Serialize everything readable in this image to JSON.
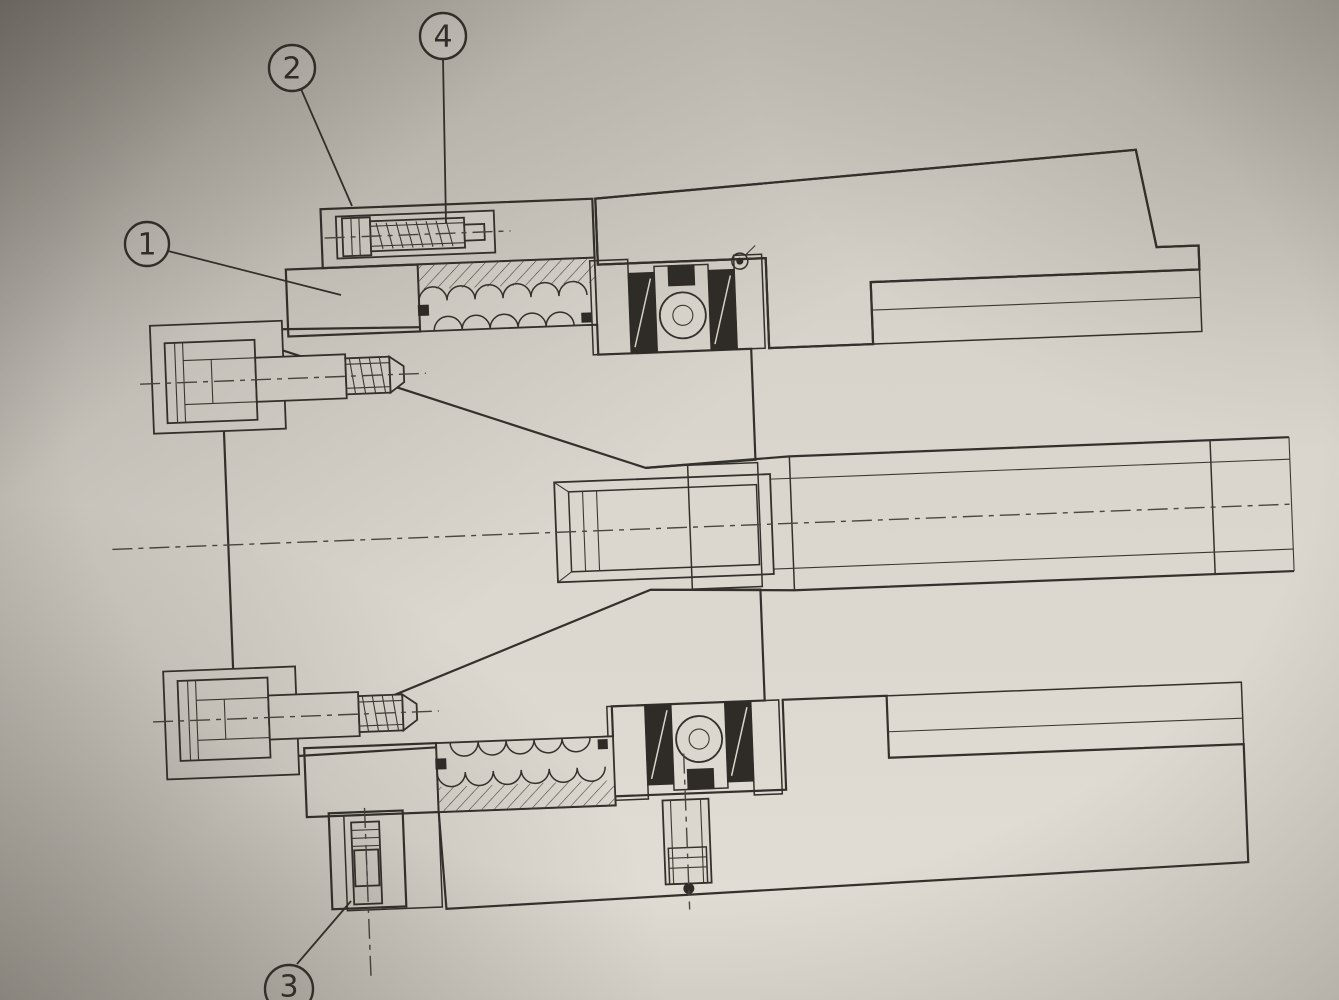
{
  "drawing": {
    "description": "Sectional engineering drawing of a machine-tool spindle nose assembly with numbered part callouts",
    "callouts": [
      {
        "id": "callout-1",
        "label": "1"
      },
      {
        "id": "callout-2",
        "label": "2"
      },
      {
        "id": "callout-3",
        "label": "3"
      },
      {
        "id": "callout-4",
        "label": "4"
      }
    ]
  },
  "colors": {
    "paper": "#d9d5cd",
    "ink": "#34312c",
    "hatch": "#45423c",
    "corner_shadow": "#8e8880"
  }
}
